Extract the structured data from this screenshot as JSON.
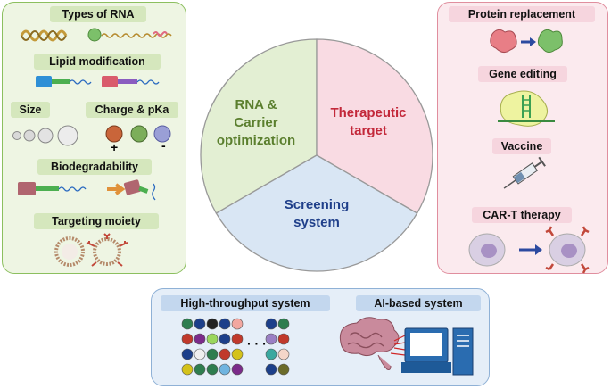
{
  "left_panel": {
    "types_of_rna": "Types of RNA",
    "lipid_modification": "Lipid modification",
    "size": "Size",
    "charge_pka": "Charge & pKa",
    "charge_plus": "+",
    "charge_minus": "-",
    "biodegradability": "Biodegradability",
    "targeting_moiety": "Targeting moiety"
  },
  "wheel": {
    "rna_carrier": [
      "RNA &",
      "Carrier",
      "optimization"
    ],
    "therapeutic": [
      "Therapeutic",
      "target"
    ],
    "screening": [
      "Screening",
      "system"
    ],
    "colors": {
      "green": "#e3efd3",
      "pink": "#f9dbe3",
      "blue": "#d9e6f4",
      "text_green": "#5b7f2e",
      "text_red": "#c3283a",
      "text_blue": "#1f3f8a"
    }
  },
  "right_panel": {
    "protein_replacement": "Protein replacement",
    "gene_editing": "Gene editing",
    "vaccine": "Vaccine",
    "car_t": "CAR-T therapy"
  },
  "bottom_panel": {
    "high_throughput": "High-throughput system",
    "ai_based": "AI-based system",
    "ellipsis": "· · ·"
  }
}
